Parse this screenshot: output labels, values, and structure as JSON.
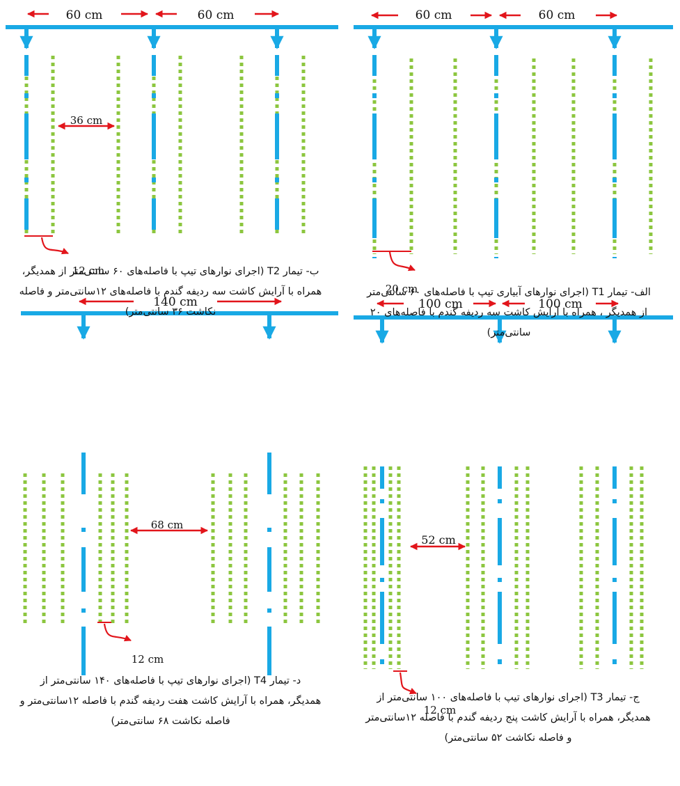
{
  "colors": {
    "pipe": "#19a9e5",
    "row": "#8cc63f",
    "arrow": "#e2151b",
    "text": "#111111"
  },
  "panels": {
    "a": {
      "top_label_left": "60 cm",
      "top_label_right": "60 cm",
      "row_spacing_label": "20 cm",
      "caption": [
        "الف- تیمار T1 (اجرای نوارهای آبیاری تیپ با فاصله‌های ۶۰ سانتی‌متر",
        "از همدیگر ، همراه با آرایش کاشت سه ردیفه گندم با فاصله‌های ۲۰",
        "سانتی‌متر)"
      ]
    },
    "b": {
      "top_label_left": "60 cm",
      "top_label_right": "60 cm",
      "gap_label": "36 cm",
      "row_spacing_label": "12 cm",
      "caption": [
        "ب- تیمار T2 (اجرای نوارهای تیپ با فاصله‌های ۶۰ سانتی‌متر از همدیگر،",
        "همراه با آرایش کاشت سه ردیفه گندم با فاصله‌های ۱۲سانتی‌متر و فاصله",
        "نکاشت ۳۶ سانتی‌متر)"
      ]
    },
    "c": {
      "top_label_left": "100 cm",
      "top_label_right": "100 cm",
      "gap_label": "52 cm",
      "row_spacing_label": "12 cm",
      "caption": [
        "ج- تیمار T3 (اجرای نوارهای تیپ با فاصله‌های ۱۰۰ سانتی‌متر از",
        "همدیگر، همراه با آرایش کاشت پنج ردیفه گندم با فاصله ۱۲سانتی‌متر",
        "و فاصله نکاشت ۵۲ سانتی‌متر)"
      ]
    },
    "d": {
      "top_label": "140 cm",
      "gap_label": "68 cm",
      "row_spacing_label": "12 cm",
      "caption": [
        "د- تیمار T4 (اجرای نوارهای تیپ با فاصله‌های ۱۴۰ سانتی‌متر از",
        "همدیگر، همراه با آرایش کاشت هفت ردیفه گندم با فاصله ۱۲سانتی‌متر و",
        "فاصله نکاشت ۶۸ سانتی‌متر)"
      ]
    }
  }
}
